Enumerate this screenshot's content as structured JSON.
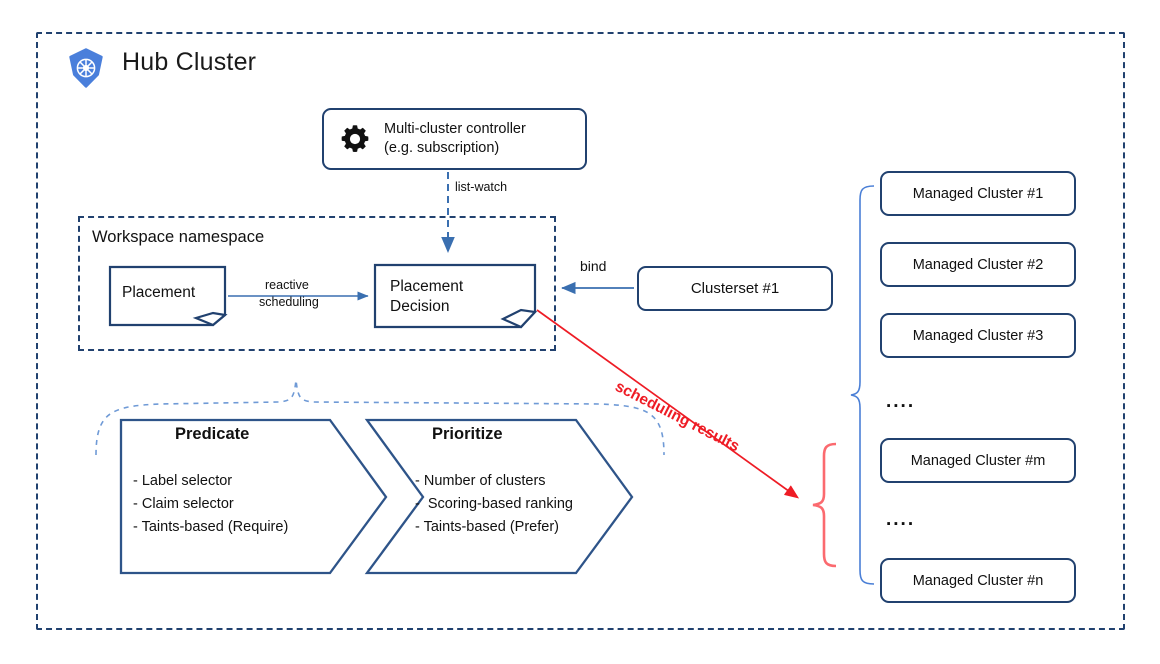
{
  "diagram": {
    "title": "Hub Cluster",
    "logo_icon": "kubernetes-icon",
    "colors": {
      "navy": "#21416f",
      "blue_arrow": "#3a6fb0",
      "light_blue_brace": "#6f9ad6",
      "red": "#ee1c25",
      "red_brace": "#fb6a6f",
      "k8s_blue": "#4a7fdb"
    }
  },
  "controller": {
    "icon": "gear-icon",
    "line1": "Multi-cluster controller",
    "line2": "(e.g. subscription)"
  },
  "namespace": {
    "title": "Workspace namespace",
    "placement": "Placement",
    "decision_line1": "Placement",
    "decision_line2": "Decision"
  },
  "connectors": {
    "list_watch": "list-watch",
    "reactive_line1": "reactive",
    "reactive_line2": "scheduling",
    "bind": "bind",
    "scheduling_results": "scheduling results"
  },
  "clusterset": {
    "label": "Clusterset #1"
  },
  "managed_clusters": [
    {
      "label": "Managed Cluster #1"
    },
    {
      "label": "Managed Cluster #2"
    },
    {
      "label": "Managed Cluster #3"
    },
    {
      "label": "Managed Cluster #m"
    },
    {
      "label": "Managed Cluster #n"
    }
  ],
  "ellipsis": {
    "first": "....",
    "second": "...."
  },
  "stages": [
    {
      "title": "Predicate",
      "items": "- Label selector\n- Claim selector\n- Taints-based (Require)"
    },
    {
      "title": "Prioritize",
      "items": "- Number of clusters\n-  Scoring-based ranking\n- Taints-based (Prefer)"
    }
  ]
}
